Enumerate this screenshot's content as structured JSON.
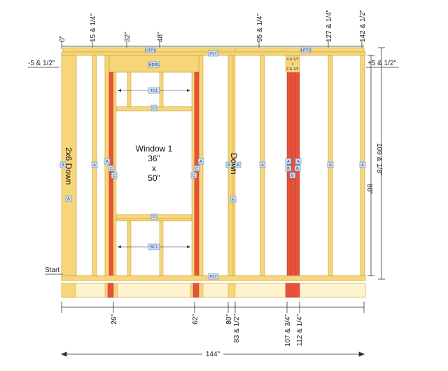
{
  "diagram": {
    "top_marks": [
      "0\"",
      "15 & 1/4\"",
      "32\"",
      "48\"",
      "95 & 1/4\"",
      "127 & 1/4\"",
      "142 & 1/2\""
    ],
    "left_offset_label": "-5 & 1/2\"",
    "right_offset_label": "+5 & 1/2\"",
    "total_height_label": "109 & 1/8\"",
    "stud_height_label": "80\"",
    "bottom_marks": [
      "26\"",
      "62\"",
      "80\"",
      "83 & 1/2\"",
      "107 & 3/4\"",
      "112 & 1/4\""
    ],
    "total_width_label": "144\"",
    "start_label": "Start",
    "left_end_label": "2x6 Down",
    "right_post_label": "Down",
    "window": {
      "line1": "Window 1",
      "line2": "36\"",
      "line3": "x",
      "line4": "50\""
    },
    "header_note": [
      "4 & 1/2",
      "x",
      "9 & 1/4"
    ],
    "tags": {
      "top_plate_left": "HTP1",
      "top_plate_right": "HTP2",
      "plate_top": "PLT",
      "plate_bottom": "PLT",
      "header": "HDR1",
      "top_cripple_span": "TC1",
      "bottom_cripple_span": "BC1",
      "sill": "D",
      "head_sill": "D",
      "stud": "A",
      "king": "A",
      "jack": "C",
      "post": "E",
      "corner": "B"
    },
    "colors": {
      "lumber": "#f7d67a",
      "lumber_edge": "#c9a23f",
      "jack_red": "#e8523a",
      "bottom_fill": "#fdf3cf",
      "dim_line": "#333333"
    }
  }
}
